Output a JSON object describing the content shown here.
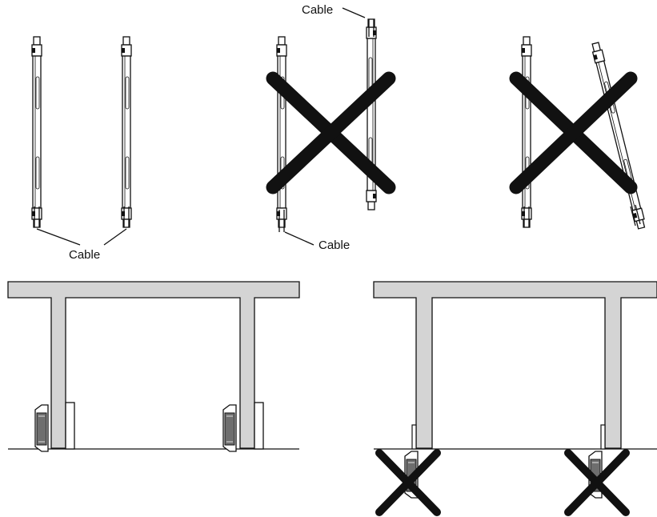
{
  "labels": {
    "cable_top": "Cable",
    "cable_bottom_left": "Cable",
    "cable_bottom_middle": "Cable"
  },
  "colors": {
    "line": "#111111",
    "wall": "#d4d4d4",
    "x_mark": "#111111",
    "sensor_body": "#6e6e6e"
  }
}
